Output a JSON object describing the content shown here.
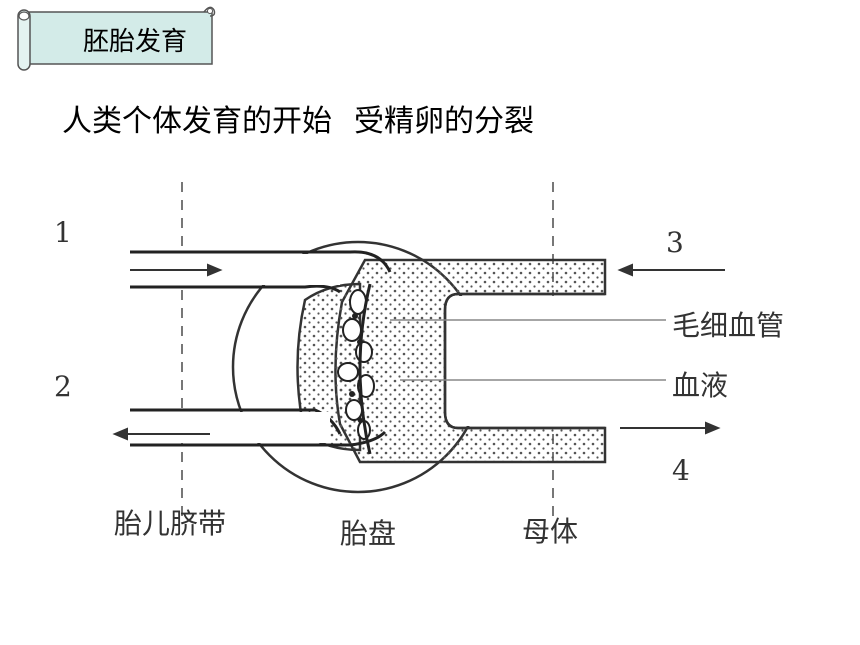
{
  "banner": {
    "title": "胚胎发育"
  },
  "heading": {
    "part1": "人类个体发育的开始",
    "part2": "受精卵的分裂"
  },
  "diagram": {
    "numbers": [
      "1",
      "2",
      "3",
      "4"
    ],
    "labels": {
      "capillary": "毛细血管",
      "blood": "血液",
      "umbilical_cord": "胎儿脐带",
      "placenta": "胎盘",
      "mother": "母体"
    }
  }
}
